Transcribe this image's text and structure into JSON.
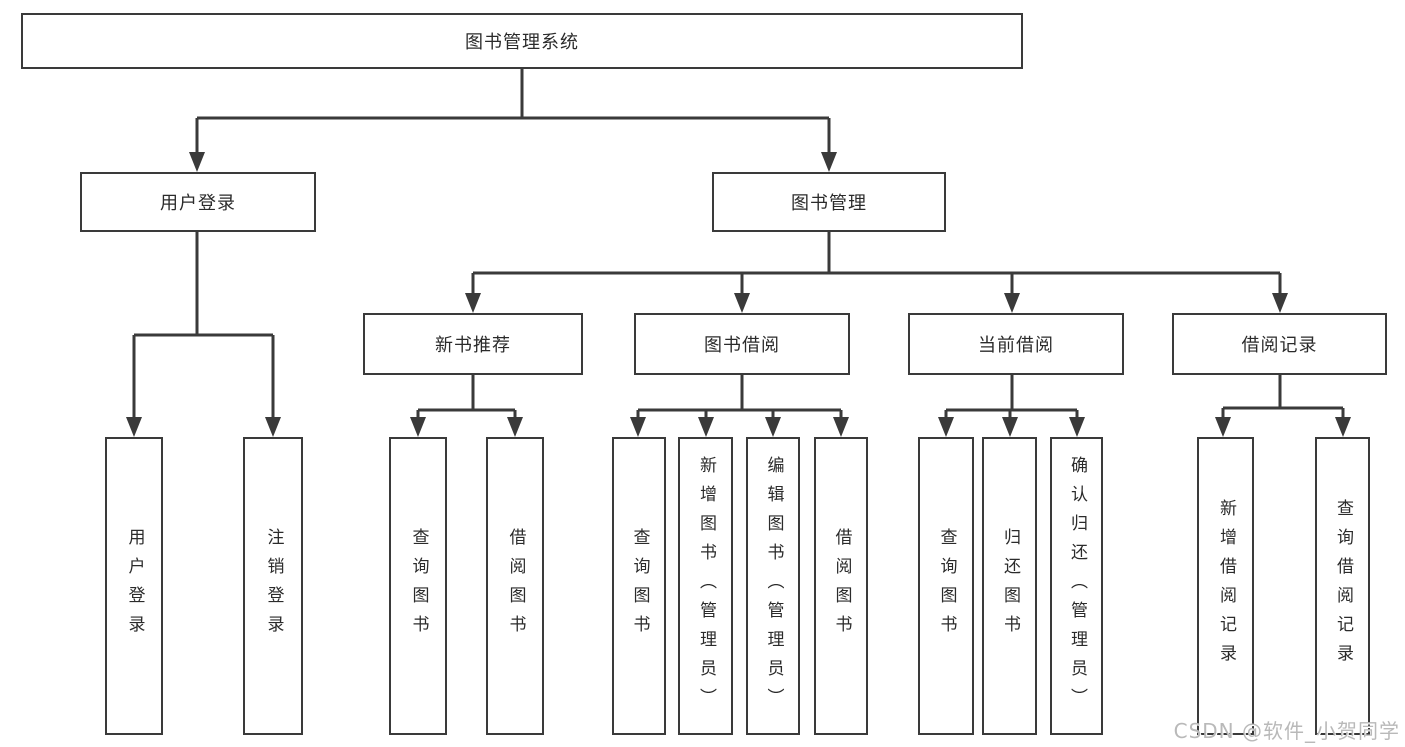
{
  "colors": {
    "background": "#ffffff",
    "line": "#3a3a3a",
    "box_border": "#3a3a3a",
    "box_fill": "#ffffff",
    "text": "#2b2b2b",
    "watermark": "#b9b9b9"
  },
  "tree": {
    "root": "图书管理系统",
    "user": {
      "label": "用户登录",
      "leaves": [
        "用户登录",
        "注销登录"
      ]
    },
    "book": {
      "label": "图书管理",
      "groups": [
        {
          "label": "新书推荐",
          "leaves": [
            "查询图书",
            "借阅图书"
          ]
        },
        {
          "label": "图书借阅",
          "leaves": [
            "查询图书",
            "新增图书（管理员）",
            "编辑图书（管理员）",
            "借阅图书"
          ]
        },
        {
          "label": "当前借阅",
          "leaves": [
            "查询图书",
            "归还图书",
            "确认归还（管理员）"
          ]
        },
        {
          "label": "借阅记录",
          "leaves": [
            "新增借阅记录",
            "查询借阅记录"
          ]
        }
      ]
    }
  },
  "watermark": "CSDN @软件_小贺同学"
}
